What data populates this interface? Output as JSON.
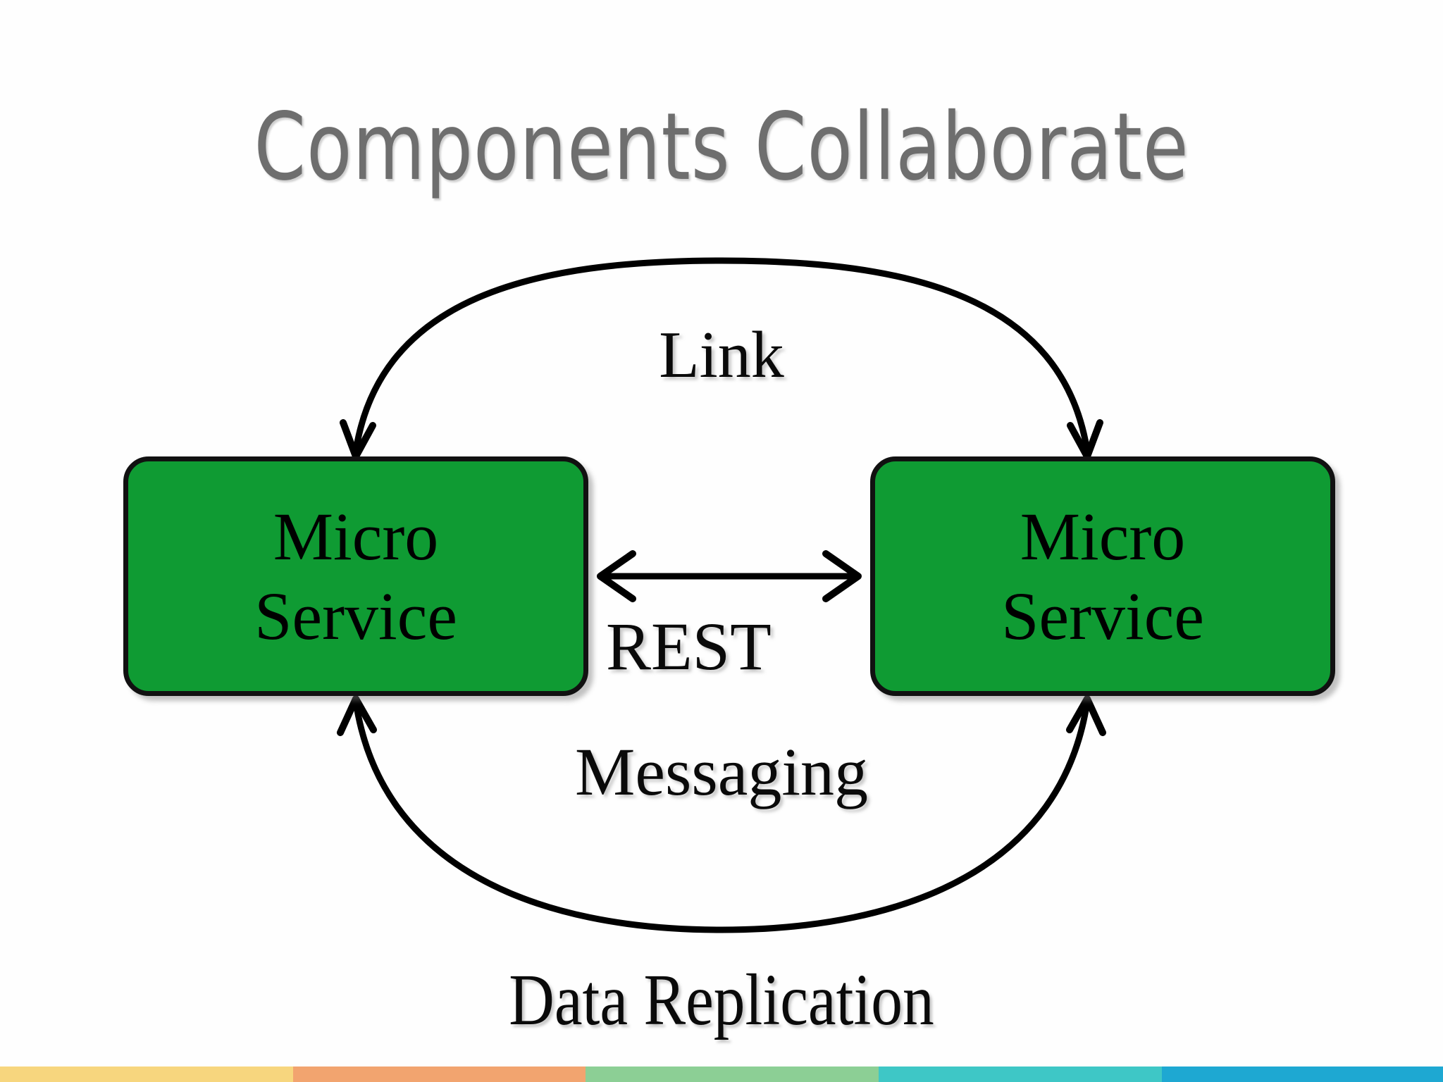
{
  "slide": {
    "title": "Components Collaborate",
    "title_color": "#6e6e6e",
    "background_color": "#fefefe"
  },
  "diagram": {
    "type": "component-collaboration",
    "nodes": [
      {
        "id": "micro-service-left",
        "line1": "Micro",
        "line2": "Service",
        "fill_color": "#0f9b33",
        "border_color": "#111111",
        "text_color": "#000000"
      },
      {
        "id": "micro-service-right",
        "line1": "Micro",
        "line2": "Service",
        "fill_color": "#0f9b33",
        "border_color": "#111111",
        "text_color": "#000000"
      }
    ],
    "edges": [
      {
        "id": "edge-link",
        "label": "Link",
        "style": "arc-top",
        "direction": "both-outward-down",
        "color": "#000000"
      },
      {
        "id": "edge-rest",
        "label": "REST",
        "style": "straight-horizontal",
        "direction": "bidirectional",
        "color": "#000000"
      },
      {
        "id": "edge-messaging",
        "label": "Messaging",
        "style": "arc-bottom",
        "direction": "both-outward-up",
        "color": "#000000"
      },
      {
        "id": "edge-data-replication",
        "label": "Data Replication",
        "style": "arc-bottom-caption",
        "direction": "both-outward-up",
        "color": "#000000"
      }
    ]
  },
  "bottom_bar": {
    "segments": [
      {
        "name": "segment-yellow",
        "color": "#f7d67e",
        "width_pct": 20.3
      },
      {
        "name": "segment-orange",
        "color": "#f2a46f",
        "width_pct": 20.3
      },
      {
        "name": "segment-green",
        "color": "#8ccf95",
        "width_pct": 20.3
      },
      {
        "name": "segment-teal",
        "color": "#3ec7c6",
        "width_pct": 19.6
      },
      {
        "name": "segment-blue",
        "color": "#1ea8d2",
        "width_pct": 19.5
      }
    ]
  }
}
